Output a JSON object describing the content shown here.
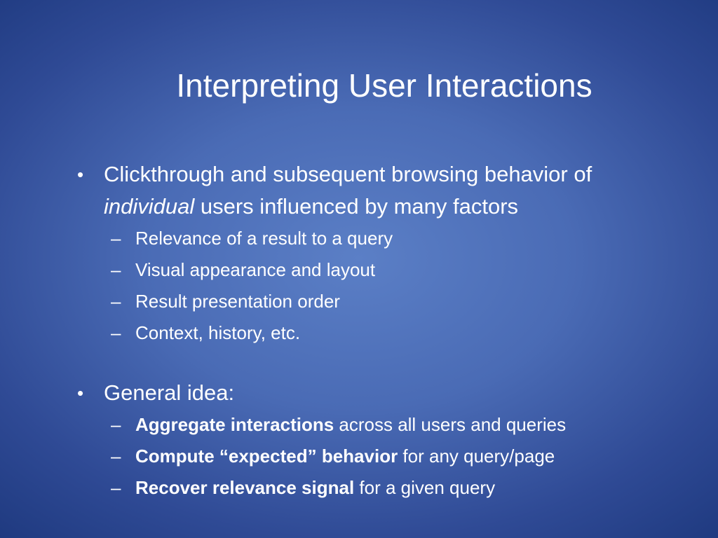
{
  "slide": {
    "title": "Interpreting User Interactions",
    "bullets": [
      {
        "text_parts": {
          "a": "Clickthrough and subsequent browsing behavior of",
          "em": "individual",
          "b": " users influenced by many factors"
        },
        "subitems": [
          "Relevance of a result to a query",
          "Visual appearance and layout",
          "Result presentation order",
          "Context, history, etc."
        ]
      },
      {
        "text": "General idea:",
        "subitems": [
          {
            "bold": "Aggregate interactions",
            "rest": " across all users and queries"
          },
          {
            "bold": "Compute “expected” behavior",
            "rest": " for any query/page"
          },
          {
            "bold": "Recover relevance signal",
            "rest": " for a given query"
          }
        ]
      }
    ],
    "bullet_symbol": "•",
    "dash_symbol": "–"
  }
}
